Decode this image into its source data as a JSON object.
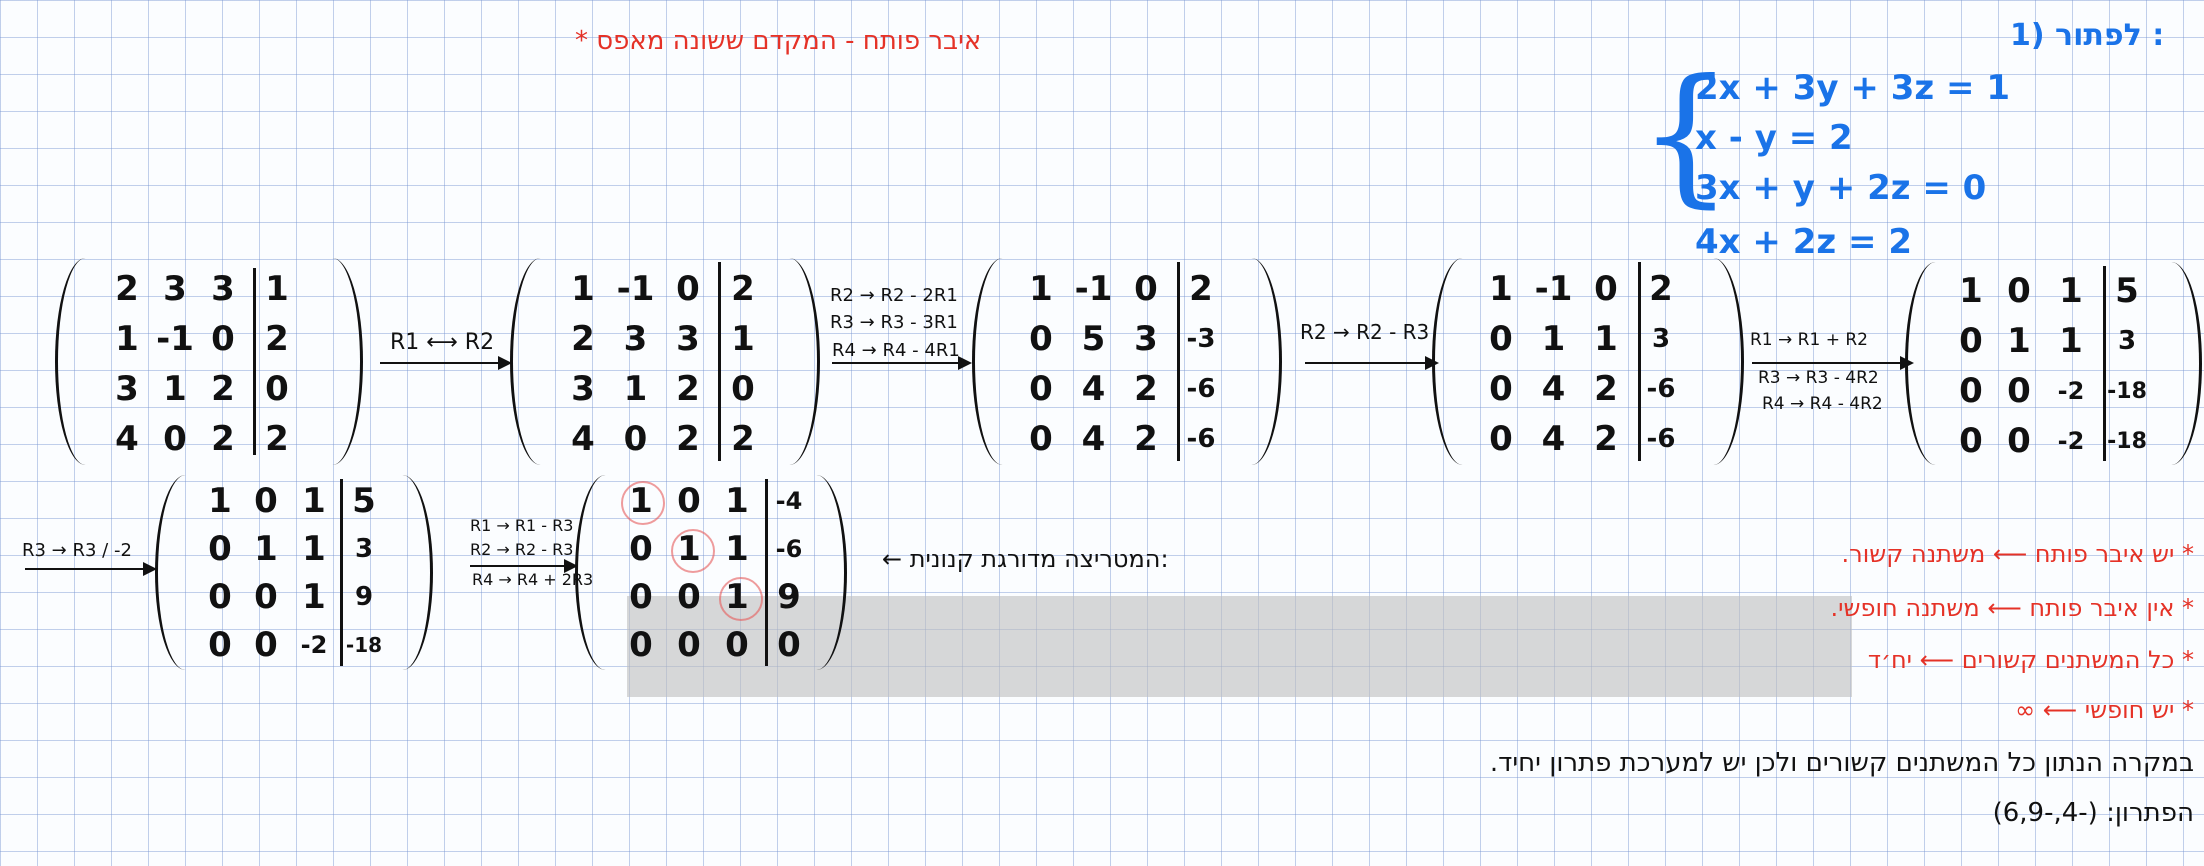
{
  "top_note": "* איבר פותח - המקדם ששונה מאפס",
  "problem": {
    "label": "1) לפתור :",
    "equations": [
      "2x + 3y + 3z = 1",
      "x - y = 2",
      "3x + y + 2z = 0",
      "4x + 2z = 2"
    ]
  },
  "ops": {
    "op1": "R1 ⟷ R2",
    "op2a": "R2 → R2 - 2R1",
    "op2b": "R3 → R3 - 3R1",
    "op2c": "R4 → R4 - 4R1",
    "op3": "R2 → R2 - R3",
    "op4a": "R1 → R1 + R2",
    "op4b": "R3 → R3 - 4R2",
    "op4c": "R4 → R4 - 4R2",
    "op5": "R3 → R3 / -2",
    "op6a": "R1 → R1 - R3",
    "op6b": "R2 → R2 - R3",
    "op6c": "R4 → R4 + 2R3"
  },
  "matrices": {
    "m1": [
      [
        "2",
        "3",
        "3",
        "1"
      ],
      [
        "1",
        "-1",
        "0",
        "2"
      ],
      [
        "3",
        "1",
        "2",
        "0"
      ],
      [
        "4",
        "0",
        "2",
        "2"
      ]
    ],
    "m2": [
      [
        "1",
        "-1",
        "0",
        "2"
      ],
      [
        "2",
        "3",
        "3",
        "1"
      ],
      [
        "3",
        "1",
        "2",
        "0"
      ],
      [
        "4",
        "0",
        "2",
        "2"
      ]
    ],
    "m3": [
      [
        "1",
        "-1",
        "0",
        "2"
      ],
      [
        "0",
        "5",
        "3",
        "-3"
      ],
      [
        "0",
        "4",
        "2",
        "-6"
      ],
      [
        "0",
        "4",
        "2",
        "-6"
      ]
    ],
    "m4": [
      [
        "1",
        "-1",
        "0",
        "2"
      ],
      [
        "0",
        "1",
        "1",
        "3"
      ],
      [
        "0",
        "4",
        "2",
        "-6"
      ],
      [
        "0",
        "4",
        "2",
        "-6"
      ]
    ],
    "m5": [
      [
        "1",
        "0",
        "1",
        "5"
      ],
      [
        "0",
        "1",
        "1",
        "3"
      ],
      [
        "0",
        "0",
        "-2",
        "-18"
      ],
      [
        "0",
        "0",
        "-2",
        "-18"
      ]
    ],
    "m6": [
      [
        "1",
        "0",
        "1",
        "5"
      ],
      [
        "0",
        "1",
        "1",
        "3"
      ],
      [
        "0",
        "0",
        "1",
        "9"
      ],
      [
        "0",
        "0",
        "-2",
        "-18"
      ]
    ],
    "m7": [
      [
        "1",
        "0",
        "1",
        "-4"
      ],
      [
        "0",
        "1",
        "1",
        "-6"
      ],
      [
        "0",
        "0",
        "1",
        "9"
      ],
      [
        "0",
        "0",
        "0",
        "0"
      ]
    ]
  },
  "reduced_label": "← המטריצה מדורגת קנונית:",
  "notes": [
    "* יש איבר פותח ⟵ משתנה קשור.",
    "* אין איבר פותח ⟵ משתנה חופשי.",
    "* כל המשתנים קשורים ⟵ יח׳ד",
    "* יש חופשי ⟵ ∞"
  ],
  "conclusion": "במקרה הנתון כל המשתנים קשורים ולכן יש למערכת פתרון יחיד.",
  "solution": "הפתרון: (-4,-6,9)"
}
